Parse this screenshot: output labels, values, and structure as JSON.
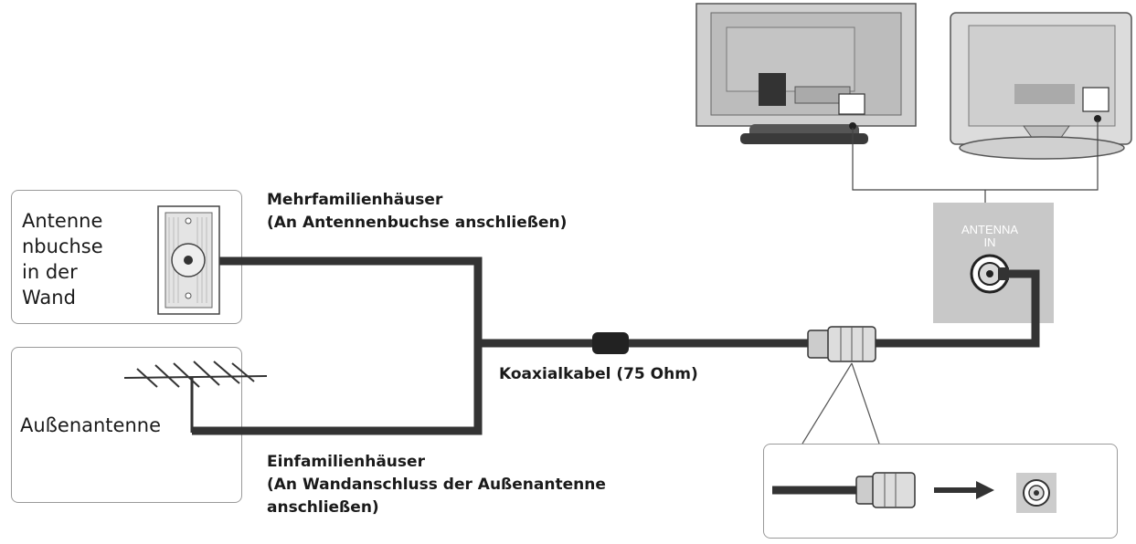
{
  "wall_socket_label": [
    "Antenne",
    "nbuchse",
    "in der",
    "Wand"
  ],
  "outdoor_antenna_label": "Außenantenne",
  "multi_family": {
    "title": "Mehrfamilienhäuser",
    "note": "(An Antennenbuchse anschließen)"
  },
  "single_family": {
    "title": "Einfamilienhäuser",
    "note_line1": "(An Wandanschluss der Außenantenne",
    "note_line2": "anschließen)"
  },
  "cable_label": "Koaxialkabel (75 Ohm)",
  "port_label": {
    "line1": "ANTENNA",
    "line2": "IN"
  },
  "colors": {
    "cable": "#333333",
    "panel": "#c8c8c8",
    "tv_body": "#d4d4d4",
    "box_border": "#9a9a9a"
  },
  "icons": [
    "tv-rear-plasma-icon",
    "tv-rear-lcd-icon",
    "wall-socket-icon",
    "yagi-antenna-icon",
    "coax-plug-icon",
    "antenna-jack-icon",
    "arrow-right-icon"
  ]
}
